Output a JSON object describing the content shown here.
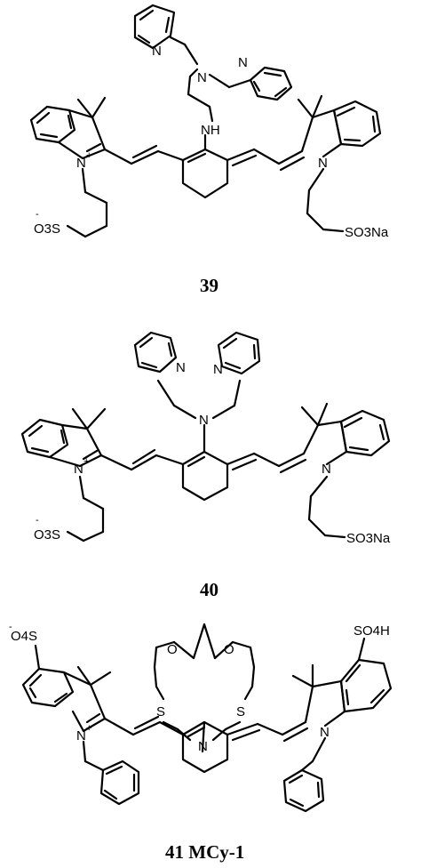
{
  "compounds": [
    {
      "id": "39",
      "label": "39",
      "atoms": {
        "nh": "NH",
        "n_amine": "N",
        "n_py1": "N",
        "n_py2": "N",
        "n_ind_left": "N",
        "n_ind_left_charge": "+",
        "n_ind_right": "N",
        "sulfonate_left": "O3S",
        "sulfonate_left_charge": "-",
        "sulfonate_right": "SO3Na"
      }
    },
    {
      "id": "40",
      "label": "40",
      "atoms": {
        "n_amine": "N",
        "n_py1": "N",
        "n_py2": "N",
        "n_ind_left": "N",
        "n_ind_left_charge": "+",
        "n_ind_right": "N",
        "sulfonate_left": "O3S",
        "sulfonate_left_charge": "-",
        "sulfonate_right": "SO3Na"
      }
    },
    {
      "id": "41",
      "label": "41 MCy-1",
      "atoms": {
        "o1": "O",
        "o2": "O",
        "s1": "S",
        "s2": "S",
        "n_crown": "N",
        "n_ind_left": "N",
        "n_ind_left_charge": "+",
        "n_ind_right": "N",
        "sulfonate_left": "O4S",
        "sulfonate_left_charge": "-",
        "sulfonate_right": "SO4H"
      }
    }
  ]
}
